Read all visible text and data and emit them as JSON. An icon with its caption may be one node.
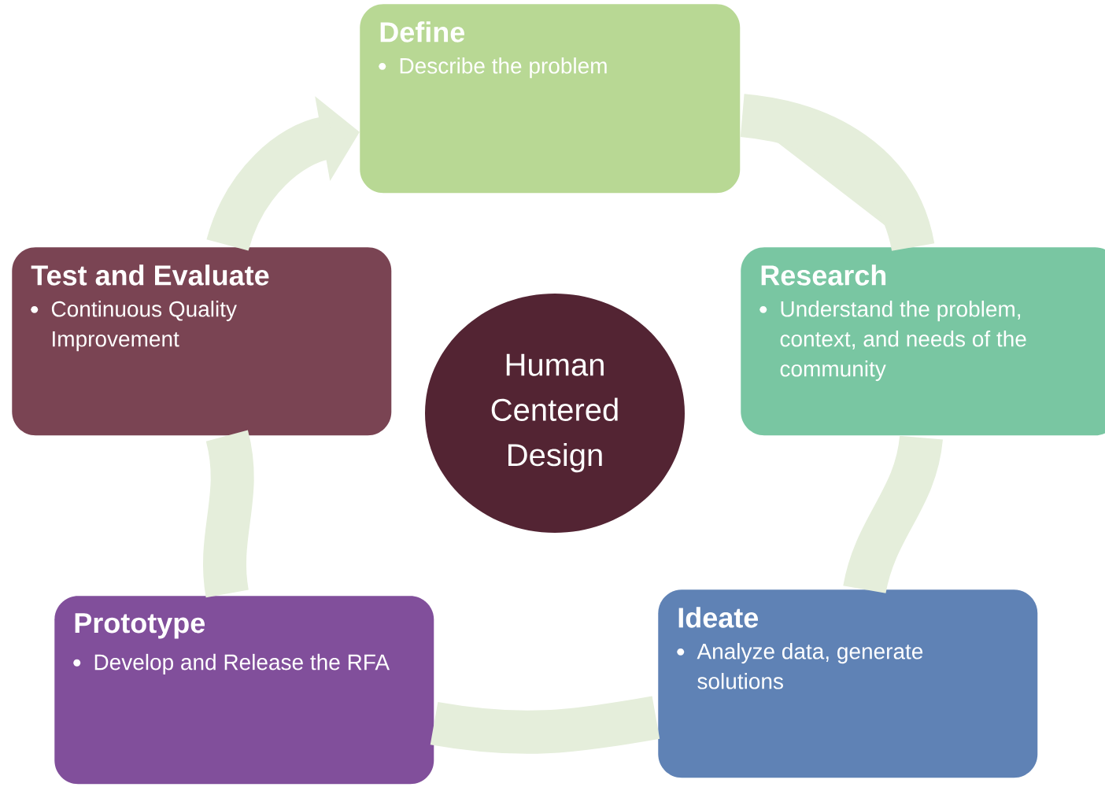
{
  "diagram": {
    "nodes": [
      {
        "text": [
          "Define",
          "Describe the problem"
        ]
      },
      {
        "text": [
          "Research",
          "Understand the problem, context, and needs of the community"
        ]
      },
      {
        "text": [
          "Ideate",
          "Analyze data, generate solutions"
        ]
      },
      {
        "text": [
          "Prototype",
          "Develop and Release the RFA"
        ]
      },
      {
        "text": [
          "Test and Evaluate",
          "Continuous Quality Improvement"
        ]
      },
      {
        "text": [
          "Human Centered Design"
        ]
      }
    ],
    "edges": [
      {
        "from": 0,
        "to": 1,
        "arrow": "none"
      },
      {
        "from": 1,
        "to": 2,
        "arrow": "none"
      },
      {
        "from": 2,
        "to": 3,
        "arrow": "none"
      },
      {
        "from": 3,
        "to": 4,
        "arrow": "none"
      },
      {
        "from": 4,
        "to": 0,
        "arrow": "to"
      }
    ]
  }
}
